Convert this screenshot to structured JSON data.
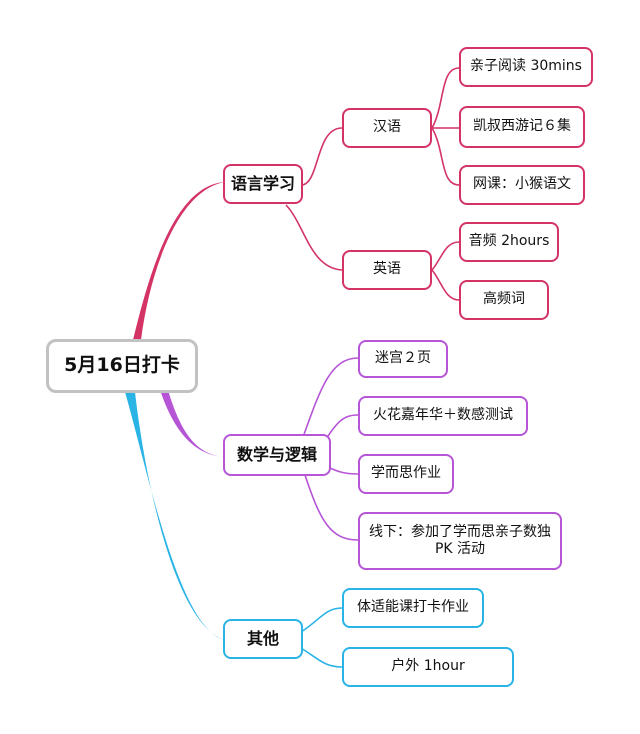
{
  "root": {
    "label": "5月16日打卡"
  },
  "colors": {
    "language": "#d43366",
    "math": "#b655d6",
    "other": "#2ab4e6",
    "root_border": "#c2c2c2"
  },
  "branches": {
    "language": {
      "label": "语言学习",
      "subs": {
        "chinese": {
          "label": "汉语",
          "items": [
            "亲子阅读 30mins",
            "凯叔西游记６集",
            "网课：小猴语文"
          ]
        },
        "english": {
          "label": "英语",
          "items": [
            "音频 2hours",
            "高频词"
          ]
        }
      }
    },
    "math": {
      "label": "数学与逻辑",
      "items": [
        "迷宫２页",
        "火花嘉年华＋数感测试",
        "学而思作业",
        "线下：参加了学而思亲子数独 PK 活动"
      ]
    },
    "other": {
      "label": "其他",
      "items": [
        "体适能课打卡作业",
        "户外 1hour"
      ]
    }
  }
}
